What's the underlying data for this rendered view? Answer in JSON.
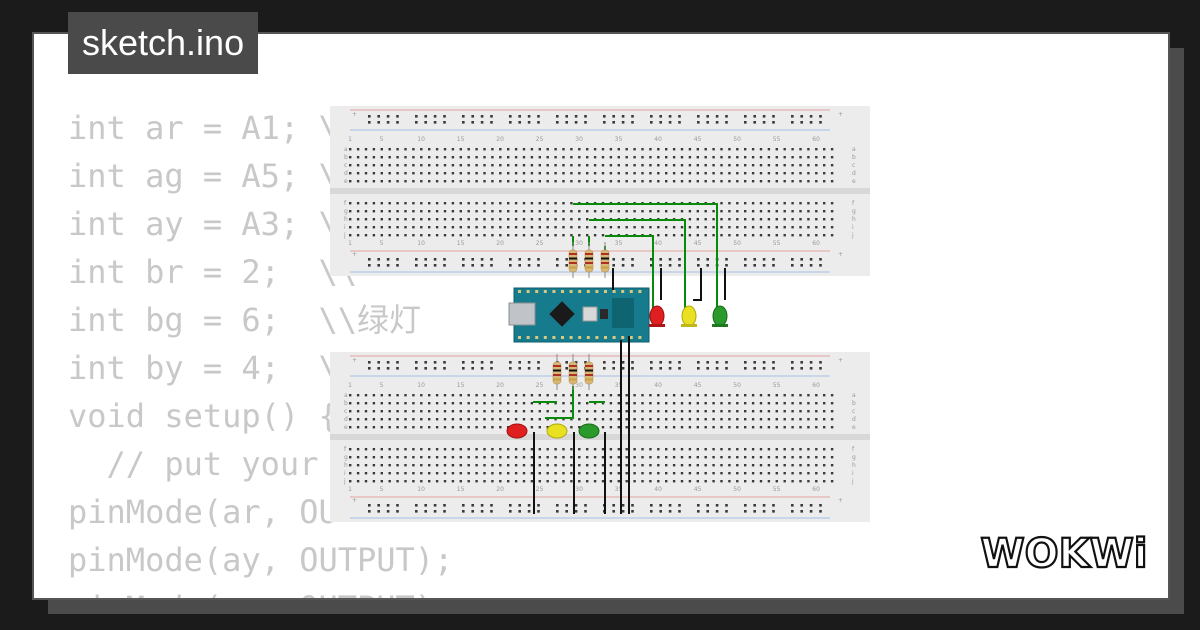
{
  "filename": "sketch.ino",
  "code_lines": [
    "int ar = A1; \\\\",
    "int ag = A5; \\\\",
    "int ay = A3; \\\\",
    "int br = 2;  \\\\",
    "int bg = 6;  \\\\绿灯",
    "int by = 4;  \\\\",
    "void setup() {",
    "  // put your",
    "pinMode(ar, OU",
    "pinMode(ay, OUTPUT);",
    "pinMode(ag, OUTPUT);"
  ],
  "logo_text": "WOKWi",
  "breadboard_row_letters_top": [
    "a",
    "b",
    "c",
    "d",
    "e"
  ],
  "breadboard_row_letters_bottom": [
    "f",
    "g",
    "h",
    "i",
    "j"
  ],
  "breadboard_column_numbers": [
    "1",
    "5",
    "10",
    "15",
    "20",
    "25",
    "30",
    "35",
    "40",
    "45",
    "50",
    "55",
    "60"
  ],
  "colors": {
    "background": "#1b1b1b",
    "card": "#ffffff",
    "code_text": "#c8c8c8",
    "tab": "#4a4a4a",
    "arduino": "#167b8c",
    "wire_green": "#0a8a0a",
    "wire_black": "#111111",
    "led_red": "#e02020",
    "led_yellow": "#e8e020",
    "led_green": "#2a9a2a"
  }
}
